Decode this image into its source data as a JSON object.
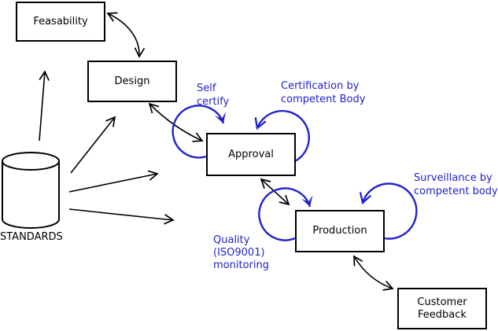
{
  "nodes": {
    "feasability": {
      "label": "Feasability"
    },
    "design": {
      "label": "Design"
    },
    "approval": {
      "label": "Approval"
    },
    "production": {
      "label": "Production"
    },
    "customer_feedback": {
      "line1": "Customer",
      "line2": "Feedback"
    },
    "standards": {
      "label": "STANDARDS"
    }
  },
  "annotations": {
    "self_certify": {
      "line1": "Self",
      "line2": "certify"
    },
    "certification": {
      "line1": "Certification by",
      "line2": "competent Body"
    },
    "surveillance": {
      "line1": "Surveillance by",
      "line2": "competent body"
    },
    "quality": {
      "line1": "Quality",
      "line2": "(ISO9001)",
      "line3": "monitoring"
    }
  },
  "edges": [
    {
      "from": "standards",
      "to": "feasability",
      "style": "single-arrow"
    },
    {
      "from": "standards",
      "to": "design",
      "style": "single-arrow"
    },
    {
      "from": "standards",
      "to": "approval",
      "style": "single-arrow"
    },
    {
      "from": "standards",
      "to": "production",
      "style": "single-arrow"
    },
    {
      "from": "feasability",
      "to": "design",
      "style": "double-arrow"
    },
    {
      "from": "design",
      "to": "approval",
      "style": "double-arrow"
    },
    {
      "from": "approval",
      "to": "production",
      "style": "double-arrow"
    },
    {
      "from": "production",
      "to": "customer_feedback",
      "style": "double-arrow"
    },
    {
      "on": "approval",
      "style": "self-loop",
      "label": "Self certify"
    },
    {
      "on": "approval",
      "style": "self-loop",
      "label": "Certification by competent Body"
    },
    {
      "on": "production",
      "style": "self-loop",
      "label": "Quality (ISO9001) monitoring"
    },
    {
      "on": "production",
      "style": "self-loop",
      "label": "Surveillance by competent body"
    }
  ],
  "colors": {
    "annotation_blue": "#2222cc",
    "line_black": "#000000",
    "background": "#ffffff"
  }
}
